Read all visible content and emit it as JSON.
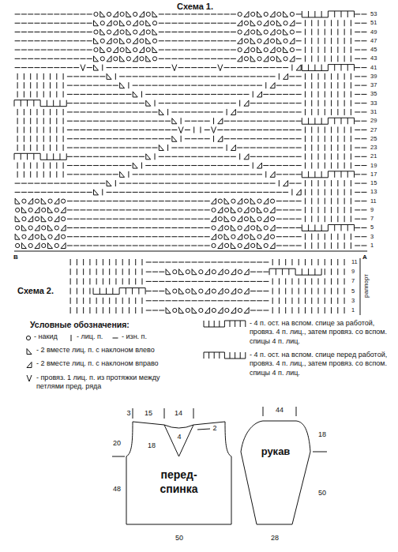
{
  "diagram": {
    "title": "Схема 1.",
    "nodes": [
      {
        "text": [
          "перед- спинка"
        ]
      },
      {
        "text": [
          "рукав"
        ]
      }
    ],
    "labels": [
      "53",
      "51",
      "49",
      "47",
      "45",
      "43",
      "41",
      "39",
      "37",
      "35",
      "33",
      "31",
      "29",
      "27",
      "25",
      "23",
      "21",
      "19",
      "17",
      "15",
      "13",
      "11",
      "9",
      "7",
      "5",
      "3",
      "1",
      "В",
      "А",
      "11",
      "9",
      "7",
      "5",
      "3",
      "1",
      "раппорт",
      "Схема 2.",
      "Условные обозначения:",
      "3",
      "15",
      "14",
      "20",
      "18",
      "4",
      "2",
      "48",
      "50",
      "44",
      "18",
      "50",
      "28"
    ],
    "legend": [
      {
        "text": "- накид"
      },
      {
        "text": "- лиц. п."
      },
      {
        "text": "- изн. п."
      },
      {
        "text": "- 2 вместе лиц. п. с наклоном влево"
      },
      {
        "text": "- 2 вместе лиц. п. с наклоном вправо"
      },
      {
        "text": "- провяз. 1 лиц. п. из протяжки между петлями пред. ряда"
      },
      {
        "text": "- 4 п. ост. на вспом. спице за работой, провяз. 4 п. лиц., затем провяз. со вспом. спицы 4 п. лиц."
      },
      {
        "text": "- 4 п. ост. на вспом. спице перед работой, провяз. 4 п. лиц., затем провяз. со вспом. спицы 4 п. лиц."
      }
    ]
  }
}
